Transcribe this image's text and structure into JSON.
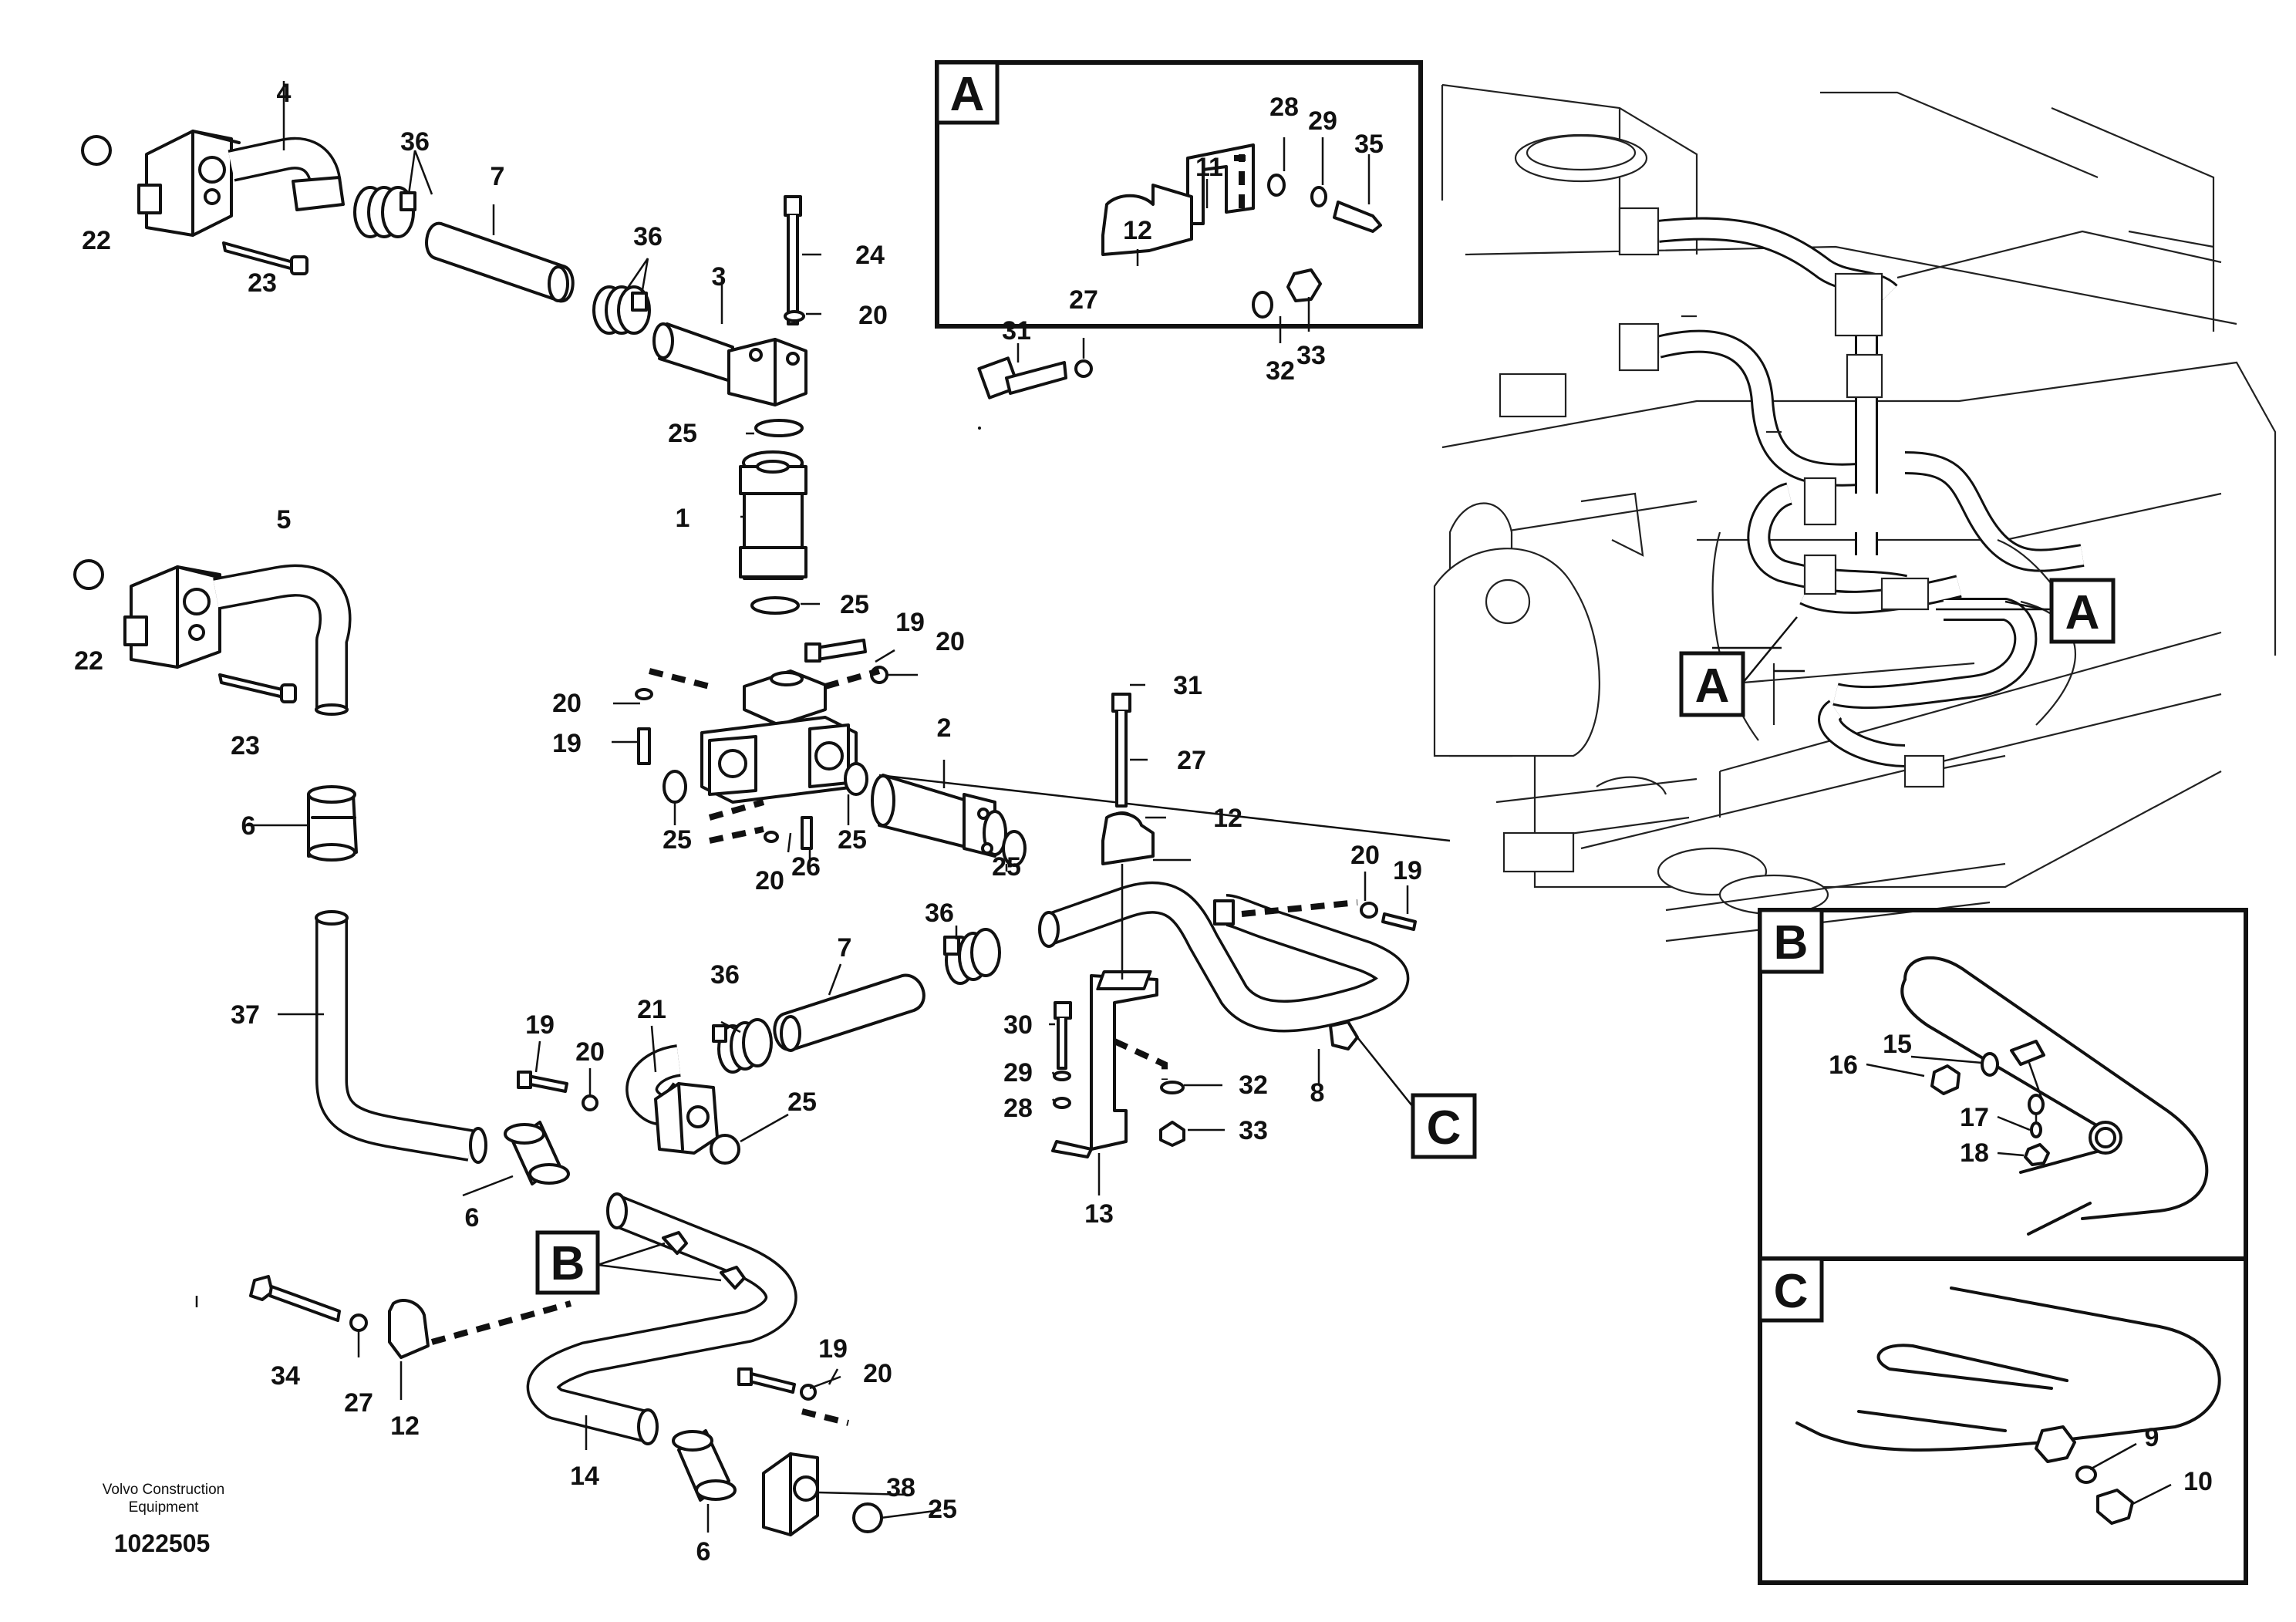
{
  "detail_labels": {
    "a": "A",
    "b": "B",
    "c": "C"
  },
  "footer": {
    "brand_line1": "Volvo Construction",
    "brand_line2": "Equipment",
    "document_number": "1022505"
  },
  "callouts": {
    "c1": "1",
    "c2": "2",
    "c3": "3",
    "c4": "4",
    "c5": "5",
    "c6a": "6",
    "c6b": "6",
    "c6c": "6",
    "c7a": "7",
    "c7b": "7",
    "c8": "8",
    "c9": "9",
    "c10": "10",
    "c11": "11",
    "c12a": "12",
    "c12b": "12",
    "c12c": "12",
    "c13": "13",
    "c14": "14",
    "c15": "15",
    "c16": "16",
    "c17": "17",
    "c18": "18",
    "c19a": "19",
    "c19b": "19",
    "c19c": "19",
    "c19d": "19",
    "c19e": "19",
    "c20a": "20",
    "c20b": "20",
    "c20c": "20",
    "c20d": "20",
    "c20e": "20",
    "c20f": "20",
    "c20g": "20",
    "c21": "21",
    "c22a": "22",
    "c22b": "22",
    "c23a": "23",
    "c23b": "23",
    "c24": "24",
    "c25a": "25",
    "c25b": "25",
    "c25c": "25",
    "c25d": "25",
    "c25e": "25",
    "c25f": "25",
    "c25g": "25",
    "c26": "26",
    "c27a": "27",
    "c27b": "27",
    "c27c": "27",
    "c28a": "28",
    "c28b": "28",
    "c29a": "29",
    "c29b": "29",
    "c30": "30",
    "c31a": "31",
    "c31b": "31",
    "c32a": "32",
    "c32b": "32",
    "c33a": "33",
    "c33b": "33",
    "c34": "34",
    "c35": "35",
    "c36a": "36",
    "c36b": "36",
    "c36c": "36",
    "c36d": "36",
    "c37": "37",
    "c38": "38"
  }
}
